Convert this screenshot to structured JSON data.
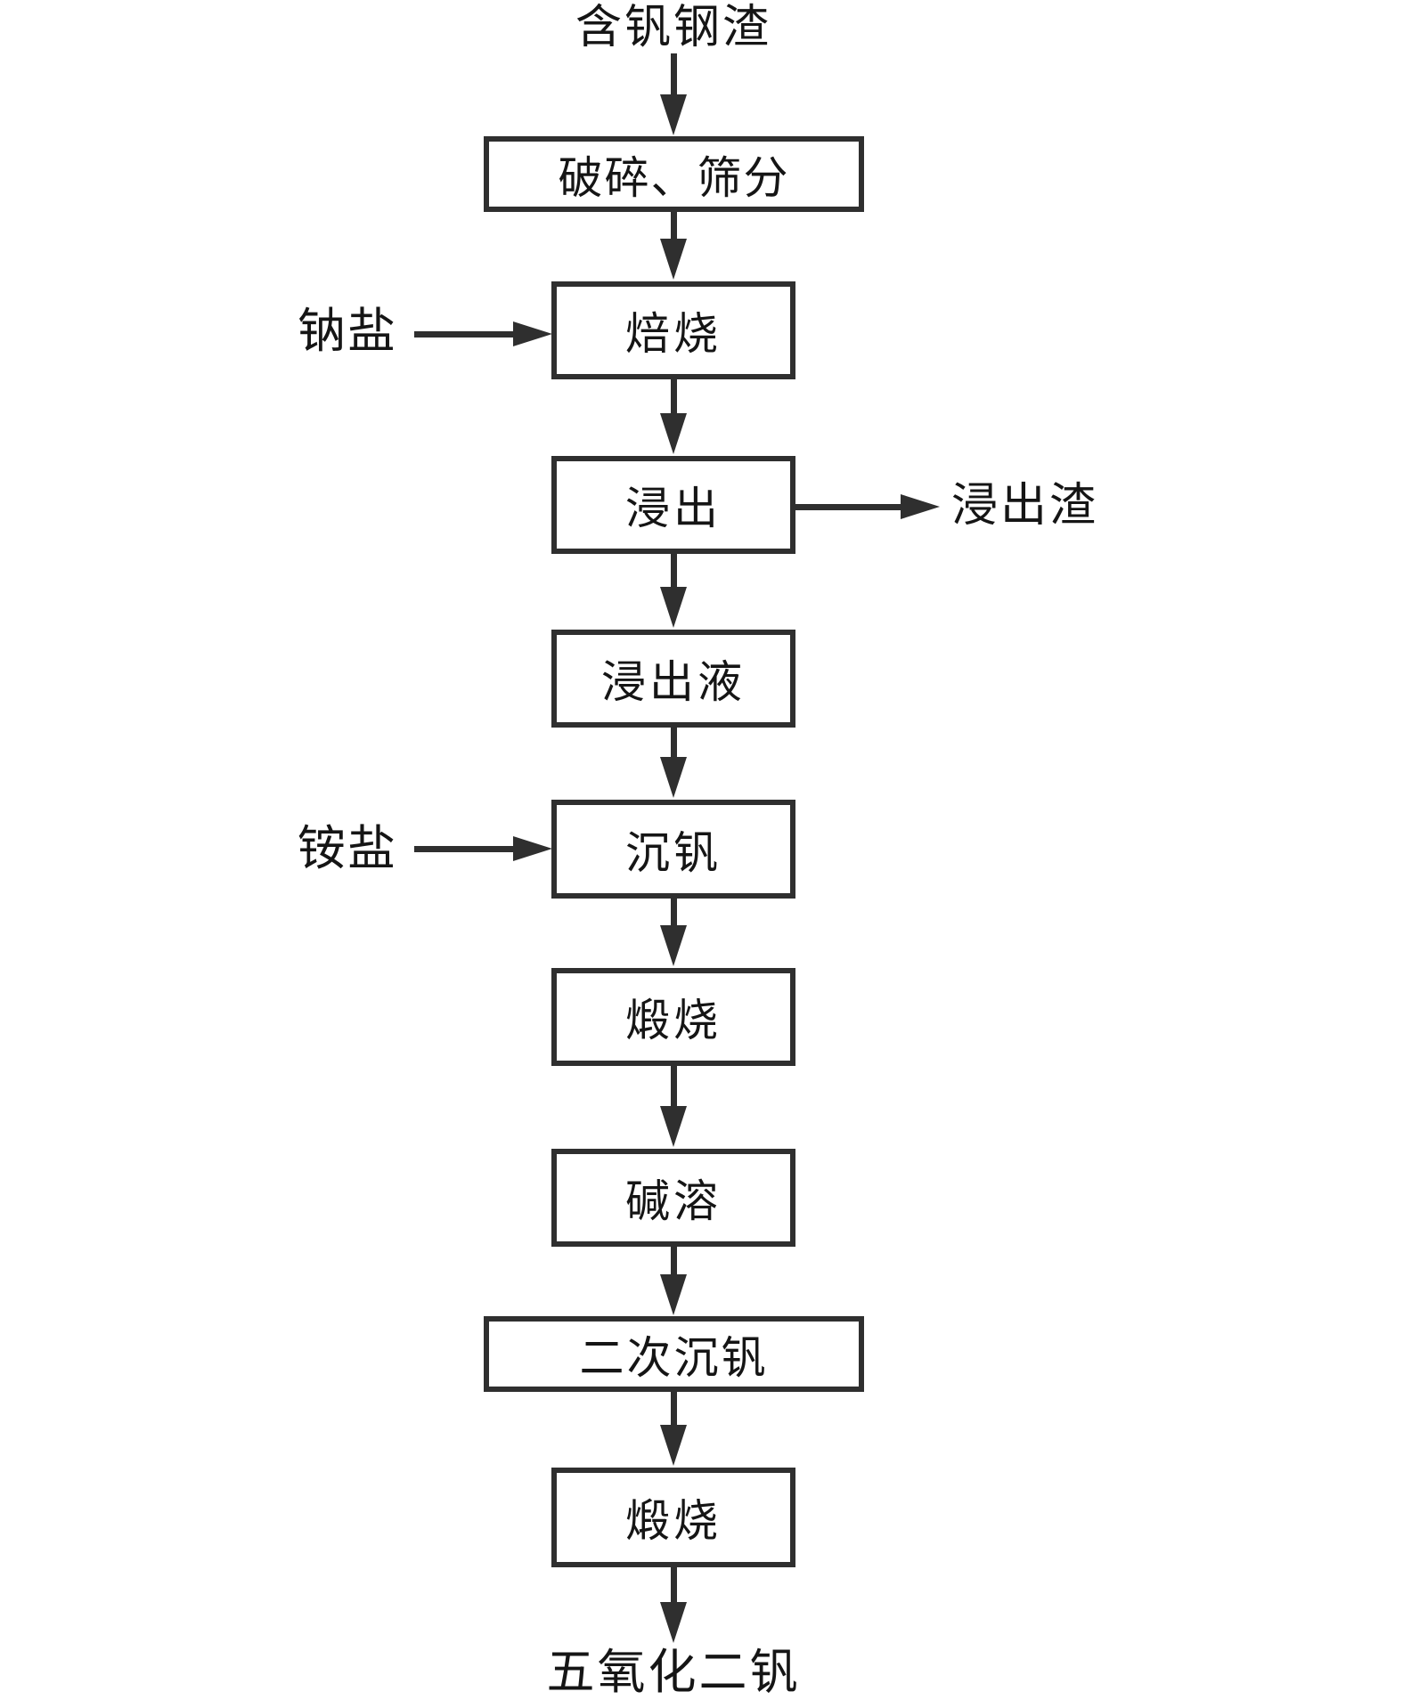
{
  "diagram": {
    "type": "process-flowchart",
    "source_label": "含钒钢渣",
    "steps": [
      {
        "id": "crush-screen",
        "label": "破碎、筛分"
      },
      {
        "id": "roasting",
        "label": "焙烧"
      },
      {
        "id": "leaching",
        "label": "浸出"
      },
      {
        "id": "leachate",
        "label": "浸出液"
      },
      {
        "id": "vanadium-precipitation",
        "label": "沉钒"
      },
      {
        "id": "calcination-1",
        "label": "煅烧"
      },
      {
        "id": "alkali-dissolution",
        "label": "碱溶"
      },
      {
        "id": "secondary-precipitation",
        "label": "二次沉钒"
      },
      {
        "id": "calcination-2",
        "label": "煅烧"
      }
    ],
    "side_inputs": [
      {
        "label": "钠盐",
        "target_step": "焙烧"
      },
      {
        "label": "铵盐",
        "target_step": "沉钒"
      }
    ],
    "side_outputs": [
      {
        "label": "浸出渣",
        "from_step": "浸出"
      }
    ],
    "product_label": "五氧化二钒",
    "colors": {
      "line": "#2f2f2f",
      "text": "#151515",
      "background": "#ffffff"
    }
  }
}
